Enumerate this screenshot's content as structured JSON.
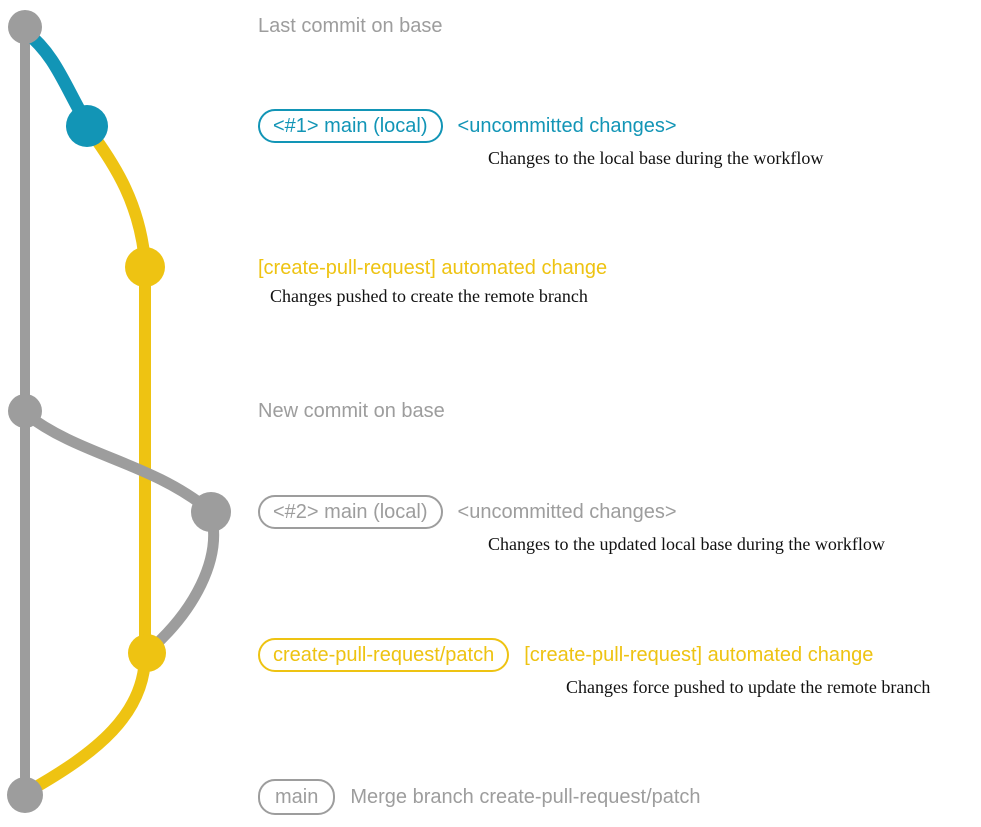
{
  "colors": {
    "teal": "#1295b6",
    "yellow": "#eec312",
    "gray": "#9d9d9d",
    "caption_text": "#111111",
    "background": "#ffffff"
  },
  "graph": {
    "branches": [
      {
        "name": "base",
        "color": "gray"
      },
      {
        "name": "main-local",
        "color": "teal"
      },
      {
        "name": "create-pull-request-patch",
        "color": "yellow"
      },
      {
        "name": "updated-main-local",
        "color": "gray"
      }
    ],
    "commits": [
      {
        "name": "last-commit-on-base",
        "color": "gray"
      },
      {
        "name": "local-main-1-uncommitted",
        "color": "teal"
      },
      {
        "name": "automated-change-1",
        "color": "yellow"
      },
      {
        "name": "new-commit-on-base",
        "color": "gray"
      },
      {
        "name": "local-main-2-uncommitted",
        "color": "gray"
      },
      {
        "name": "automated-change-2",
        "color": "yellow"
      },
      {
        "name": "merge-commit",
        "color": "gray"
      }
    ]
  },
  "annotations": {
    "row1": {
      "text": "Last commit on base"
    },
    "row2": {
      "badge": "<#1> main (local)",
      "title": "<uncommitted changes>",
      "caption": "Changes to the local base during the workflow"
    },
    "row3": {
      "title": "[create-pull-request] automated change",
      "caption": "Changes pushed to create the remote branch"
    },
    "row4": {
      "text": "New commit on base"
    },
    "row5": {
      "badge": "<#2> main (local)",
      "title": "<uncommitted changes>",
      "caption": "Changes to the updated local base during the workflow"
    },
    "row6": {
      "badge": "create-pull-request/patch",
      "title": "[create-pull-request] automated change",
      "caption": "Changes force pushed to update the remote branch"
    },
    "row7": {
      "badge": "main",
      "title": "Merge branch create-pull-request/patch"
    }
  }
}
